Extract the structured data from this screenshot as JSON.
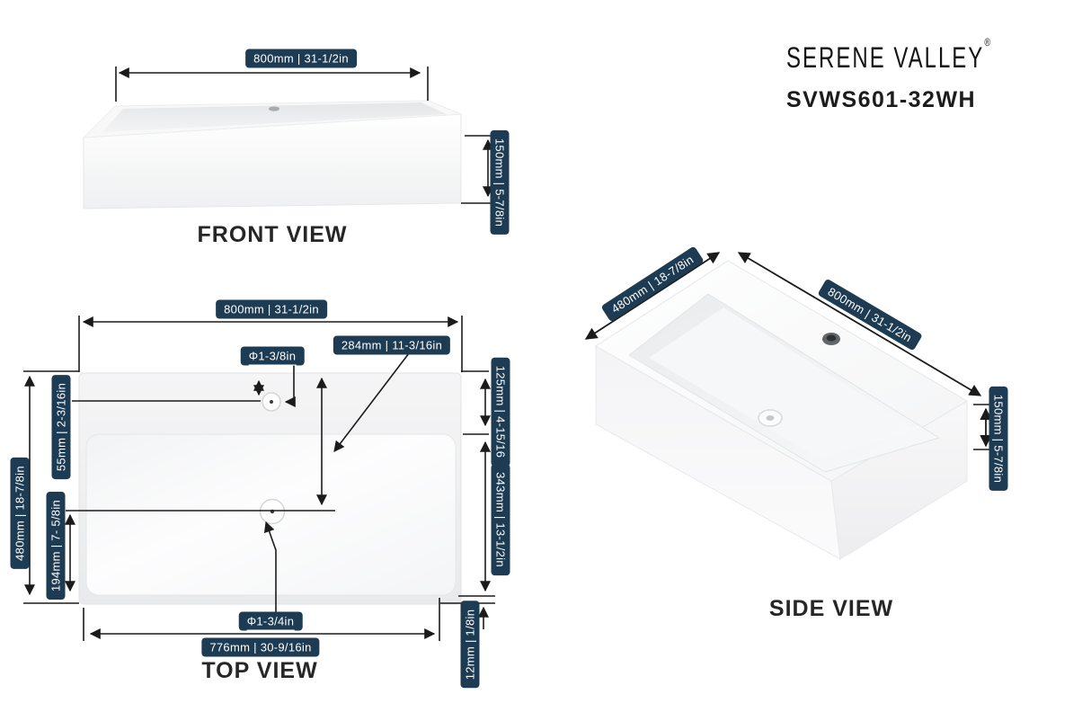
{
  "brand": {
    "logo": "SERENE VALLEY",
    "registered_mark": "®",
    "model": "SVWS601-32WH"
  },
  "front_view": {
    "label": "FRONT VIEW",
    "width": "800mm | 31-1/2in",
    "height": "150mm | 5-7/8in"
  },
  "top_view": {
    "label": "TOP VIEW",
    "width": "800mm | 31-1/2in",
    "depth": "480mm | 18-7/8in",
    "faucet_hole_diameter": "Φ1-3/8in",
    "faucet_hole_offset_from_top": "55mm | 2-3/16in",
    "drain_offset_from_top": "284mm | 11-3/16in",
    "deck_depth": "125mm | 4-15/16",
    "basin_inner_depth": "343mm | 13-1/2in",
    "drain_offset_from_bottom": "194mm | 7- 5/8in",
    "drain_diameter": "Φ1-3/4in",
    "basin_inner_width": "776mm | 30-9/16in",
    "wall_thickness": "12mm | 1/8in"
  },
  "side_view": {
    "label": "SIDE VIEW",
    "depth": "480mm | 18-7/8in",
    "width": "800mm | 31-1/2in",
    "height": "150mm | 5-7/8in"
  },
  "colors": {
    "badge_background": "#1d3b52",
    "badge_text": "#ffffff",
    "dimension_line": "#1b1b1b",
    "label_text": "#262626",
    "background": "#ffffff"
  }
}
